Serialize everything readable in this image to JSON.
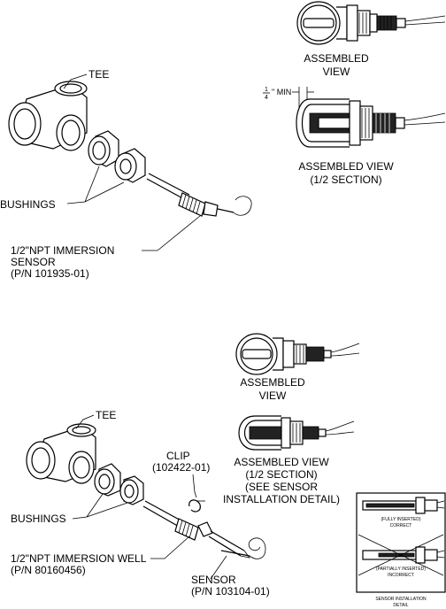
{
  "top": {
    "tee_label": "TEE",
    "bushings_label": "BUSHINGS",
    "sensor_label": {
      "line1": "1/2\"NPT IMMERSION",
      "line2": "SENSOR",
      "line3": "(P/N 101935-01)"
    },
    "assembled_view": {
      "line1": "ASSEMBLED",
      "line2": "VIEW"
    },
    "min_label": {
      "fraction_top": "1",
      "fraction_bottom": "4",
      "suffix": "\" MIN"
    },
    "half_section": {
      "line1": "ASSEMBLED VIEW",
      "line2": "(1/2 SECTION)"
    }
  },
  "bottom": {
    "tee_label": "TEE",
    "bushings_label": "BUSHINGS",
    "clip_label": {
      "line1": "CLIP",
      "line2": "(102422-01)"
    },
    "well_label": {
      "line1": "1/2\"NPT IMMERSION WELL",
      "line2": "(P/N 80160456)"
    },
    "sensor_label": {
      "line1": "SENSOR",
      "line2": "(P/N 103104-01)"
    },
    "assembled_view": {
      "line1": "ASSEMBLED",
      "line2": "VIEW"
    },
    "half_section": {
      "line1": "ASSEMBLED VIEW",
      "line2": "(1/2 SECTION)",
      "line3": "(SEE SENSOR",
      "line4": "INSTALLATION DETAIL)"
    }
  },
  "detail": {
    "correct": {
      "line1": "(FULLY INSERTED)",
      "line2": "CORRECT"
    },
    "incorrect": {
      "line1": "(PARTIALLY INSERTED)",
      "line2": "INCORRECT"
    },
    "caption": {
      "line1": "SENSOR INSTALLATION",
      "line2": "DETAIL"
    }
  }
}
